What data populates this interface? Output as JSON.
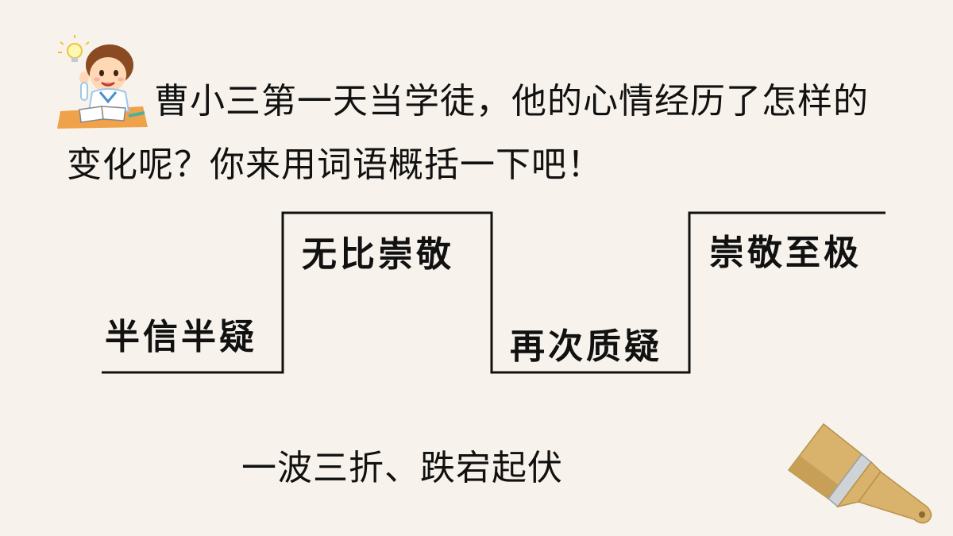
{
  "question": {
    "text": "曹小三第一天当学徒，他的心情经历了怎样的变化呢？你来用词语概括一下吧！"
  },
  "stages": [
    {
      "label": "半信半疑"
    },
    {
      "label": "无比崇敬"
    },
    {
      "label": "再次质疑"
    },
    {
      "label": "崇敬至极"
    }
  ],
  "summary": {
    "text": "一波三折、跌宕起伏"
  },
  "icons": {
    "student": "student-reading-icon",
    "brush": "paintbrush-icon"
  },
  "colors": {
    "background": "#f7f3ec",
    "text": "#111111",
    "line": "#111111",
    "brush_handle": "#d9b36b",
    "brush_ferrule": "#cfd3d6"
  }
}
